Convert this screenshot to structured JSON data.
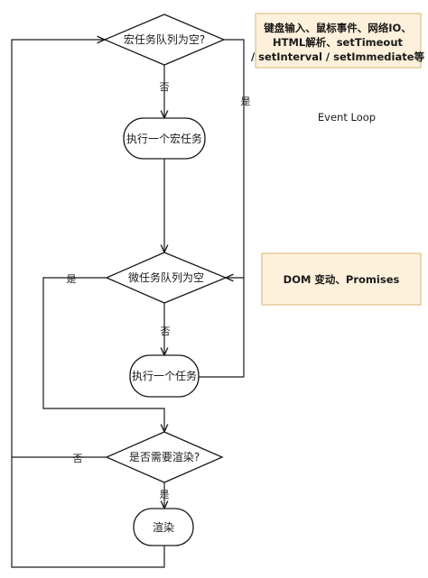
{
  "title": "Event Loop",
  "nodes": {
    "macro_queue_check": "宏任务队列为空?",
    "run_macro_task": "执行一个宏任务",
    "micro_queue_check": "微任务队列为空",
    "run_task": "执行一个任务",
    "need_render_check": "是否需要渲染?",
    "render": "渲染"
  },
  "edges": {
    "macro_no": "否",
    "macro_yes": "是",
    "micro_yes": "是",
    "micro_no": "否",
    "render_no": "否",
    "render_yes": "是"
  },
  "notes": {
    "macro_sources": [
      "键盘输入、鼠标事件、网络IO、",
      "HTML解析、setTimeout",
      "/ setInterval / setImmediate等"
    ],
    "micro_sources": "DOM 变动、Promises"
  },
  "colors": {
    "note_fill": "#fdf1dc",
    "note_border": "#e2bf86",
    "stroke": "#1a1a1a"
  }
}
